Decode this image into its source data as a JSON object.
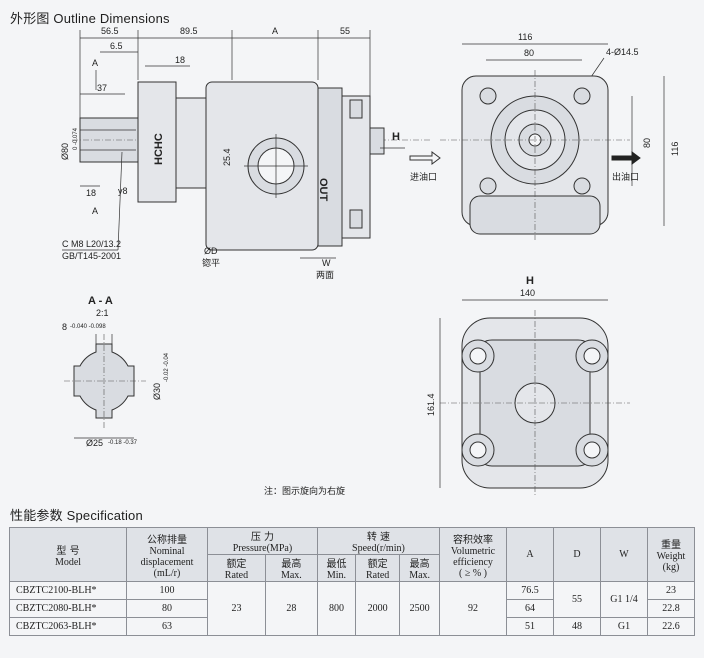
{
  "section1_title": "外形图   Outline Dimensions",
  "section2_title": "性能参数   Specification",
  "drawing": {
    "dims": {
      "d56_5": "56.5",
      "d89_5": "89.5",
      "dA": "A",
      "d55": "55",
      "d6_5": "6.5",
      "d18": "18",
      "d37": "37",
      "d25_4": "25.4",
      "d18b": "18",
      "y8": "y8",
      "d116": "116",
      "d80": "80",
      "holes": "4-Ø14.5",
      "d80v": "80",
      "d116v": "116",
      "d140": "140",
      "d161_4": "161.4",
      "phi80": "Ø80",
      "phi80_tol": "0 -0.074",
      "sec8": "8",
      "sec8_tol": "-0.040 -0.098",
      "phi30": "Ø30",
      "phi30_tol": "-0.02 -0.04",
      "phi25": "Ø25",
      "phi25_tol": "-0.18 -0.37"
    },
    "labels": {
      "A_top": "A",
      "A_bot": "A",
      "H_side": "H",
      "H_bottom": "H",
      "brand": "HCHC",
      "out": "OUT",
      "thread_1": "C M8 L20/13.2",
      "thread_2": "GB/T145-2001",
      "phiD": "ØD",
      "phiD_note": "锪平",
      "W": "W",
      "W_note": "两面",
      "inlet": "进油口",
      "outlet": "出油口",
      "section_name": "A - A",
      "section_scale": "2:1",
      "note": "注：图示旋向为右旋"
    }
  },
  "spec": {
    "headers": {
      "model_zh": "型    号",
      "model_en": "Model",
      "disp_zh": "公称排量",
      "disp_en1": "Nominal",
      "disp_en2": "displacement",
      "disp_unit": "(mL/r)",
      "pressure_zh": "压    力",
      "pressure_en": "Pressure(MPa)",
      "speed_zh": "转    速",
      "speed_en": "Speed(r/min)",
      "vol_zh": "容积效率",
      "vol_en1": "Volumetric",
      "vol_en2": "efficiency",
      "vol_unit": "( ≥ % )",
      "A": "A",
      "D": "D",
      "W": "W",
      "weight_zh": "重量",
      "weight_en": "Weight",
      "weight_unit": "(kg)",
      "rated_zh": "额定",
      "rated_en": "Rated",
      "max_zh": "最高",
      "max_en": "Max.",
      "min_zh": "最低",
      "min_en": "Min.",
      "srated_zh": "额定",
      "srated_en": "Rated",
      "smax_zh": "最高",
      "smax_en": "Max."
    },
    "rows": [
      {
        "model": "CBZTC2100-BLH*",
        "disp": "100",
        "A": "76.5",
        "weight": "23"
      },
      {
        "model": "CBZTC2080-BLH*",
        "disp": "80",
        "A": "64",
        "weight": "22.8"
      },
      {
        "model": "CBZTC2063-BLH*",
        "disp": "63",
        "A": "51",
        "weight": "22.6"
      }
    ],
    "shared": {
      "p_rated": "23",
      "p_max": "28",
      "s_min": "800",
      "s_rated": "2000",
      "s_max": "2500",
      "vol_eff": "92",
      "D_1": "55",
      "W_1": "G1 1/4",
      "D_2": "48",
      "W_2": "G1"
    }
  }
}
